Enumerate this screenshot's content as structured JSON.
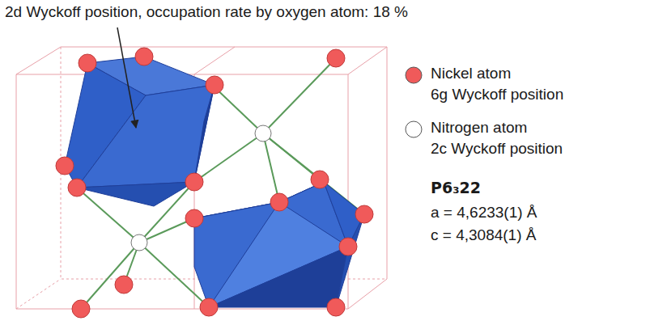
{
  "diagram": {
    "labels": [
      "2d Wyckoff position, occupation rate by oxygen atom: 18 %",
      "6g Wyckoff position",
      "2c Wyckoff position",
      "P6₃22",
      "a = 4,6233(1) Å",
      "c = 4,3084(1) Å"
    ],
    "legend": [
      {
        "text": "Nickel atom",
        "color": "#f05a5a"
      },
      {
        "text": "Nitrogen atom",
        "color": "#ffffff"
      }
    ]
  }
}
